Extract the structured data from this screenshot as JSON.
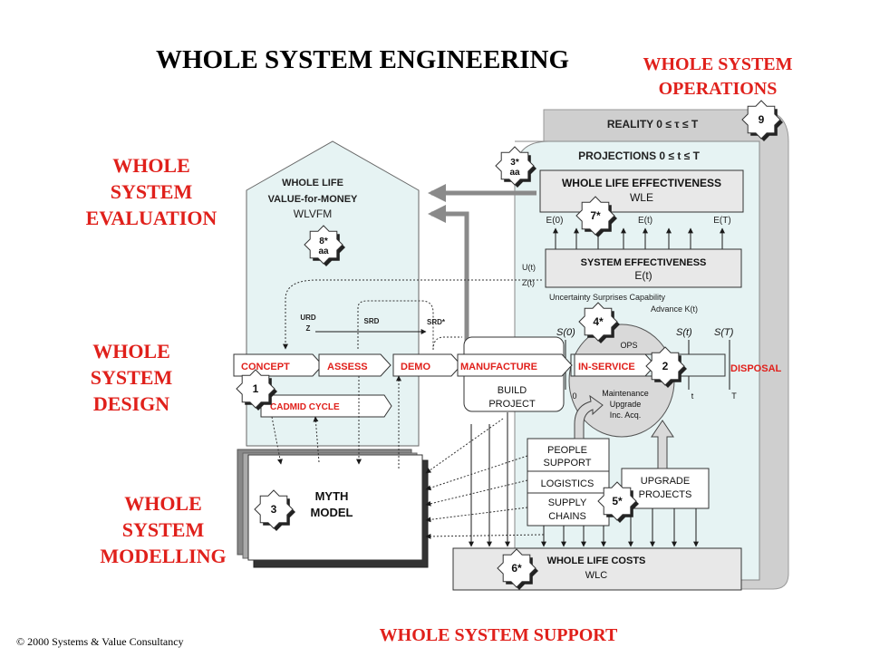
{
  "colors": {
    "red": "#e0201b",
    "gray": "#d9d9d9",
    "lightgray": "#ececec",
    "aqua": "#e6f3f3",
    "dark": "#1a1a1a"
  },
  "title": "WHOLE SYSTEM ENGINEERING",
  "sections": {
    "operations": [
      "WHOLE SYSTEM",
      "OPERATIONS"
    ],
    "evaluation": [
      "WHOLE",
      "SYSTEM",
      "EVALUATION"
    ],
    "design": [
      "WHOLE",
      "SYSTEM",
      "DESIGN"
    ],
    "modelling": [
      "WHOLE",
      "SYSTEM",
      "MODELLING"
    ],
    "support": "WHOLE SYSTEM SUPPORT"
  },
  "copyright": "© 2000 Systems & Value Consultancy",
  "reality": "REALITY 0  ≤ τ  ≤ T",
  "projections": "PROJECTIONS   0  ≤ t  ≤ T",
  "wle": {
    "title": "WHOLE LIFE EFFECTIVENESS",
    "abbr": "WLE",
    "ticks": [
      "E(0)",
      "E(t)",
      "E(T)"
    ]
  },
  "se": {
    "title": "SYSTEM EFFECTIVENESS",
    "sub": "E(t)",
    "u": "U(t)",
    "z": "Z(t)"
  },
  "uncertainty": [
    "Uncertainty  Surprises Capability",
    "Advance K(t)"
  ],
  "s_labels": [
    "S(0)",
    "S(t)",
    "S(T)"
  ],
  "ops": "OPS",
  "maintenance": [
    "Maintenance",
    "Upgrade",
    "Inc. Acq."
  ],
  "timeline": [
    "0",
    "t",
    "T"
  ],
  "wlvfm": [
    "WHOLE LIFE",
    "VALUE-for-MONEY",
    "WLVFM"
  ],
  "urd": [
    "URD",
    "Z"
  ],
  "srd": "SRD",
  "srd_star": "SRD*",
  "phases": {
    "concept": "CONCEPT",
    "assess": "ASSESS",
    "demo": "DEMO",
    "manufacture": "MANUFACTURE",
    "inservice": "IN-SERVICE",
    "disposal": "DISPOSAL"
  },
  "cadmid": "CADMID CYCLE",
  "build": [
    "BUILD",
    "PROJECT"
  ],
  "myth": [
    "MYTH",
    "MODEL"
  ],
  "people": [
    "PEOPLE",
    "SUPPORT"
  ],
  "logistics": "LOGISTICS",
  "supply": [
    "SUPPLY",
    "CHAINS"
  ],
  "upgrade": [
    "UPGRADE",
    "PROJECTS"
  ],
  "wlc": {
    "title": "WHOLE LIFE COSTS",
    "abbr": "WLC"
  },
  "badges": {
    "b9": "9",
    "b3aa": [
      "3*",
      "aa"
    ],
    "b7": "7*",
    "b8aa": [
      "8*",
      "aa"
    ],
    "b4": "4*",
    "b2": "2",
    "b1": "1",
    "b3": "3",
    "b5": "5*",
    "b6": "6*"
  }
}
